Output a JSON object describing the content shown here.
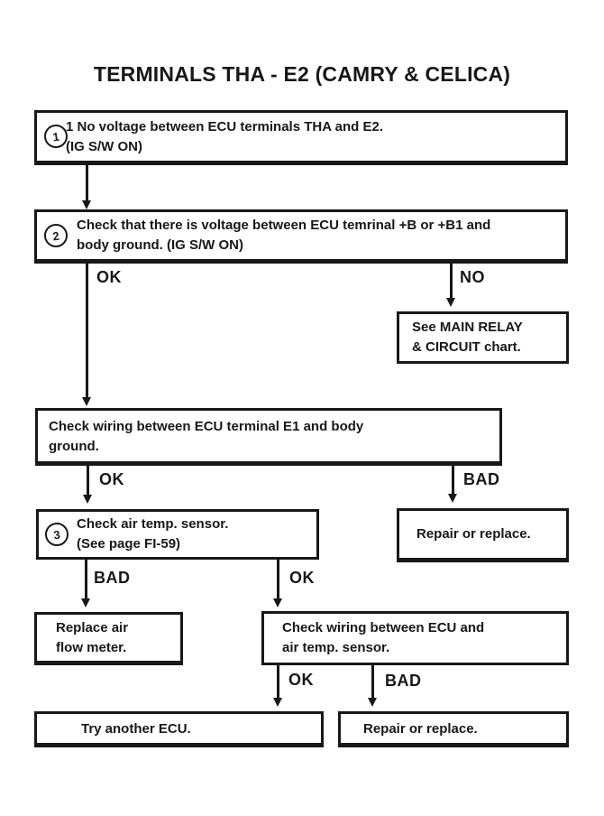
{
  "page": {
    "title": "TERMINALS THA - E2 (CAMRY & CELICA)"
  },
  "colors": {
    "ink": "#181818",
    "paper": "#ffffff"
  },
  "boxes": {
    "step1": {
      "badge": "1",
      "line1": "1  No voltage between ECU terminals THA and E2.",
      "line2": "(IG S/W ON)"
    },
    "step2": {
      "badge": "2",
      "line1": "Check that there is voltage between ECU temrinal +B or +B1 and",
      "line2": "body ground. (IG S/W ON)"
    },
    "main_relay": {
      "line1": "See MAIN RELAY",
      "line2": "& CIRCUIT chart."
    },
    "check_e1": {
      "line1": "Check wiring between ECU terminal E1 and body",
      "line2": "ground."
    },
    "step3": {
      "badge": "3",
      "line1": "Check air temp. sensor.",
      "line2": "(See page FI-59)"
    },
    "repair_top": {
      "line1": "Repair or replace."
    },
    "replace_air_flow_meter": {
      "line1": "Replace air",
      "line2": "flow meter."
    },
    "check_sensor_wiring": {
      "line1": "Check wiring between ECU and",
      "line2": "air temp. sensor."
    },
    "try_ecu": {
      "line1": "Try another ECU."
    },
    "repair_bottom": {
      "line1": "Repair or replace."
    }
  },
  "edges": {
    "step2_ok": "OK",
    "step2_no": "NO",
    "e1_ok": "OK",
    "e1_bad": "BAD",
    "step3_bad": "BAD",
    "step3_ok": "OK",
    "wiring_ok": "OK",
    "wiring_bad": "BAD"
  }
}
